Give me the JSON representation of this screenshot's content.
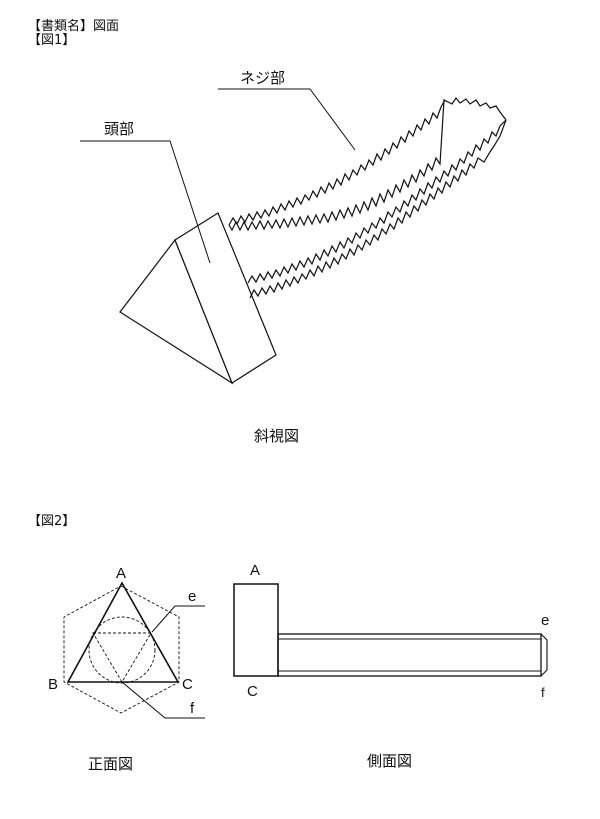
{
  "header": {
    "document_type": "【書類名】図面",
    "fig1_title": "【図1】",
    "fig2_title": "【図2】"
  },
  "fig1": {
    "thread_label": "ネジ部",
    "head_label": "頭部",
    "caption": "斜視図"
  },
  "fig2": {
    "front": {
      "caption": "正面図",
      "labels": {
        "A": "A",
        "B": "B",
        "C": "C",
        "e": "e",
        "f": "f"
      }
    },
    "side": {
      "caption": "側面図",
      "labels": {
        "A": "A",
        "C": "C",
        "e": "e",
        "f": "f"
      }
    }
  }
}
